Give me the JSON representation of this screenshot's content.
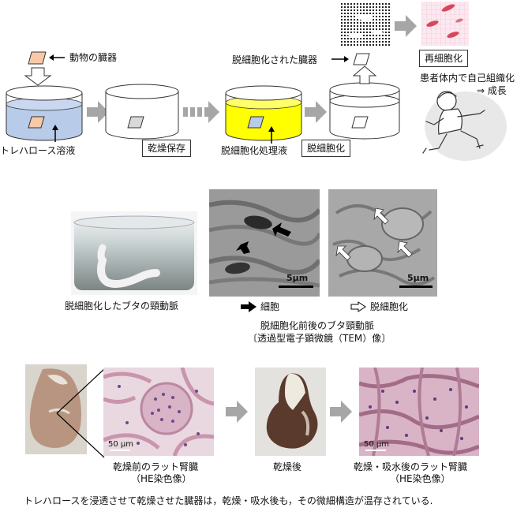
{
  "top": {
    "organ_label": "動物の臓器",
    "trehalose_label": "トレハロース溶液",
    "dry_storage_label": "乾燥保存",
    "decell_solution_label": "脱細胞化処理液",
    "decell_label": "脱細胞化",
    "decelled_organ_label": "脱細胞化された臓器",
    "recell_label": "再細胞化",
    "patient_line1": "患者体内で自己組織化",
    "patient_line2": "⇒ 成長"
  },
  "middle": {
    "artery_caption": "脱細胞化したブタの頸動脈",
    "scale_label_left": "5μm",
    "scale_label_right": "5μm",
    "legend_cell": "細胞",
    "legend_decell": "脱細胞化",
    "caption_line1": "脱細胞化前後のブタ頸動脈",
    "caption_line2": "〔透過型電子顕微鏡（TEM）像〕"
  },
  "bottom": {
    "kidney_before_line1": "乾燥前のラット腎臓",
    "kidney_before_line2": "（HE染色像）",
    "after_dry_label": "乾燥後",
    "kidney_after_line1": "乾燥・吸水後のラット腎臓",
    "kidney_after_line2": "（HE染色像）",
    "scale_label_left": "50 μm",
    "scale_label_right": "50 μm",
    "conclusion": "トレハロースを浸透させて乾燥させた臓器は，乾燥・吸水後も，その微細構造が温存されている."
  },
  "colors": {
    "trehalose_fill": "#b8cbe9",
    "decell_fill": "#ffff00",
    "organ_fill": "#f8c9a8",
    "arrow_gray": "#a6a6a6"
  }
}
